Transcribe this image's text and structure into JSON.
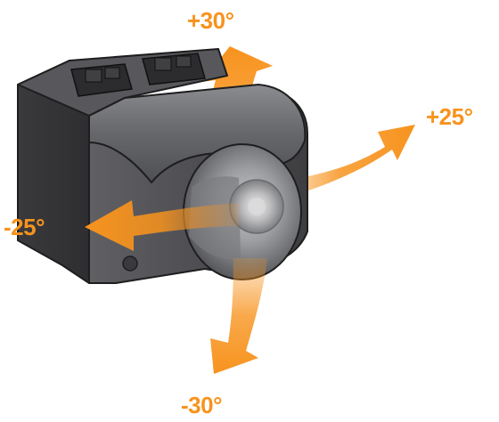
{
  "labels": {
    "tilt_up": "+30°",
    "pan_right": "+25°",
    "pan_left": "-25°",
    "tilt_down": "-30°"
  },
  "colors": {
    "arrow": "#F7931E",
    "label": "#F7931E",
    "housing": "#4a4a4d",
    "housing_light": "#77787c",
    "terminal": "#2c2c2e",
    "lens_dome": "#9a9a9d",
    "outline": "#1e1e1f"
  }
}
